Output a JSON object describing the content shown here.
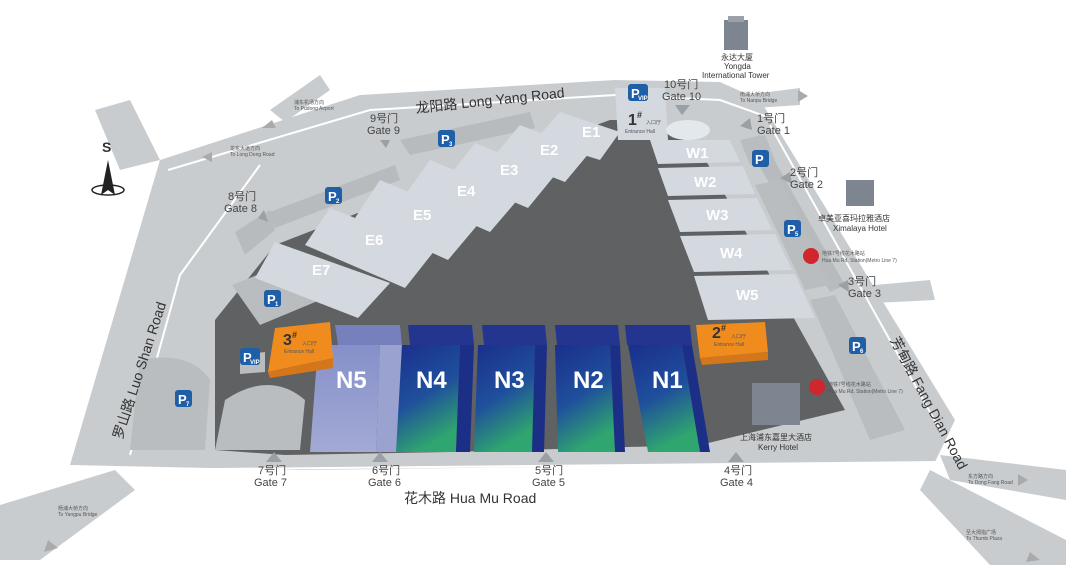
{
  "colors": {
    "road": "#c9ccce",
    "ground": "#5f6163",
    "hall_light": "#d3d9df",
    "hall_top": "#e3e8ec",
    "n5": "#8c95c8",
    "n_deep": "#1a2f8c",
    "n_green": "#2fa56f",
    "entrance": "#f08c1e",
    "parking": "#1f5fa8",
    "metro": "#d0262d"
  },
  "compass": {
    "label": "S"
  },
  "roads": {
    "long_yang": "龙阳路 Long Yang Road",
    "hua_mu": "花木路 Hua Mu Road",
    "luo_shan": "罗山路 Luo Shan Road",
    "fang_dian": "芳甸路 Fang Dian Road"
  },
  "directions": [
    {
      "cn": "浦东机场方向",
      "en": "To Pudong Airport"
    },
    {
      "cn": "龙东大道方向",
      "en": "To Long Dong Road"
    },
    {
      "cn": "南浦大桥方向",
      "en": "To Nanpu Bridge"
    },
    {
      "cn": "杨浦大桥方向",
      "en": "To Yangpu Bridge"
    },
    {
      "cn": "东方路方向",
      "en": "To Dong Fang Road"
    },
    {
      "cn": "至大拇指广场",
      "en": "To Thumb Plaza"
    }
  ],
  "gates": [
    {
      "cn": "1号门",
      "en": "Gate 1"
    },
    {
      "cn": "2号门",
      "en": "Gate 2"
    },
    {
      "cn": "3号门",
      "en": "Gate 3"
    },
    {
      "cn": "4号门",
      "en": "Gate 4"
    },
    {
      "cn": "5号门",
      "en": "Gate 5"
    },
    {
      "cn": "6号门",
      "en": "Gate 6"
    },
    {
      "cn": "7号门",
      "en": "Gate 7"
    },
    {
      "cn": "8号门",
      "en": "Gate 8"
    },
    {
      "cn": "9号门",
      "en": "Gate 9"
    },
    {
      "cn": "10号门",
      "en": "Gate 10"
    }
  ],
  "halls_e": [
    "E1",
    "E2",
    "E3",
    "E4",
    "E5",
    "E6",
    "E7"
  ],
  "halls_w": [
    "W1",
    "W2",
    "W3",
    "W4",
    "W5"
  ],
  "halls_n": [
    "N5",
    "N4",
    "N3",
    "N2",
    "N1"
  ],
  "entrances": [
    {
      "num": "1",
      "sup": "#",
      "cn": "入口厅",
      "en": "Entrance Hall"
    },
    {
      "num": "2",
      "sup": "#",
      "cn": "入口厅",
      "en": "Entrance Hall"
    },
    {
      "num": "3",
      "sup": "#",
      "cn": "入口厅",
      "en": "Entrance Hall"
    }
  ],
  "parking": {
    "letter": "P",
    "labels": [
      "1",
      "2",
      "3",
      "5",
      "6",
      "7"
    ],
    "vip": "VIP"
  },
  "landmarks": {
    "yongda": {
      "cn": "永达大厦",
      "en1": "Yongda",
      "en2": "International Tower"
    },
    "ximalaya": {
      "cn": "卓美亚喜玛拉雅酒店",
      "en": "Ximalaya Hotel"
    },
    "kerry": {
      "cn": "上海浦东嘉里大酒店",
      "en": "Kerry Hotel"
    }
  },
  "metro": [
    {
      "cn": "地铁7号线花木路站",
      "en": "Hua Mu Rd. Station(Metro Line 7)"
    },
    {
      "cn": "地铁7号线花木路站",
      "en": "Hua Mu Rd. Station(Metro Line 7)"
    }
  ]
}
